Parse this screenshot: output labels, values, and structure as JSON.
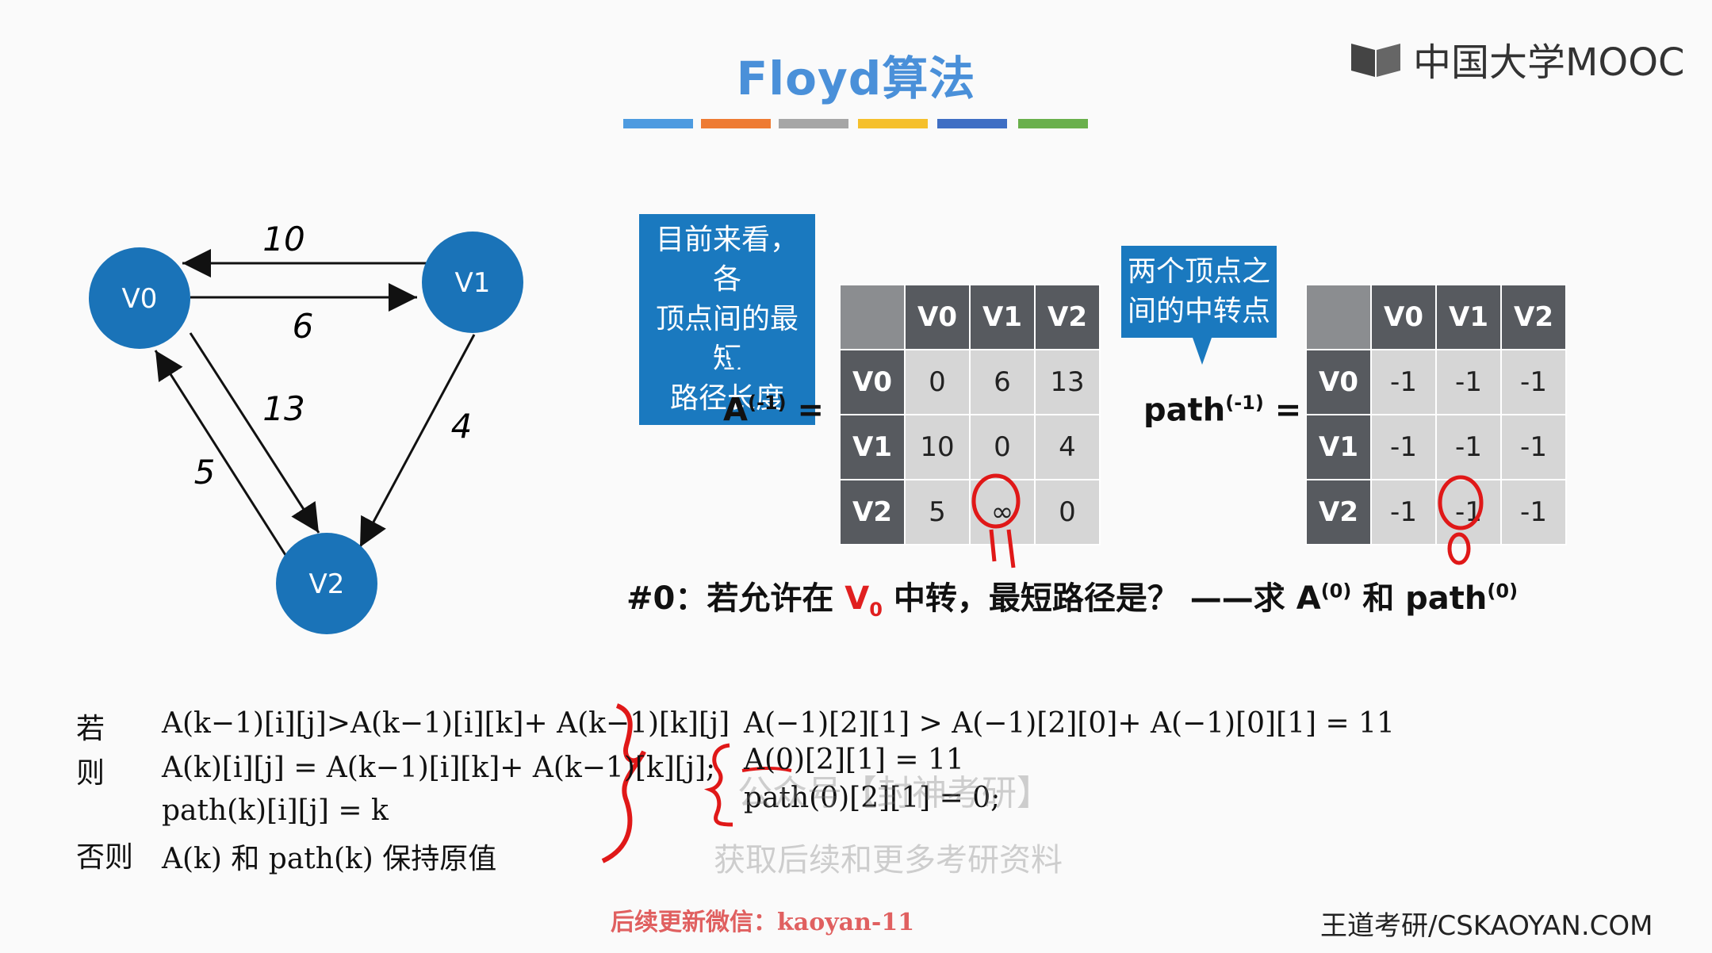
{
  "title": "Floyd算法",
  "brand": {
    "logo_text": "中国大学MOOC"
  },
  "stripe_colors": [
    "#4d9be0",
    "#ee7b33",
    "#a6a6a6",
    "#f5c02c",
    "#3f6fc4",
    "#6ab04c"
  ],
  "graph": {
    "nodes": [
      "V0",
      "V1",
      "V2"
    ],
    "edges": [
      {
        "from": "V1",
        "to": "V0",
        "weight": "10"
      },
      {
        "from": "V0",
        "to": "V1",
        "weight": "6"
      },
      {
        "from": "V0",
        "to": "V2",
        "weight": "13"
      },
      {
        "from": "V1",
        "to": "V2",
        "weight": "4"
      },
      {
        "from": "V2",
        "to": "V0",
        "weight": "5"
      }
    ],
    "node_color": "#1a73b8"
  },
  "callouts": {
    "a_matrix": [
      "目前来看，各",
      "顶点间的最短",
      "路径长度"
    ],
    "path_matrix": [
      "两个顶点之",
      "间的中转点"
    ]
  },
  "a_matrix": {
    "label": "A",
    "sup": "(-1)",
    "eq": "=",
    "headers": [
      "V0",
      "V1",
      "V2"
    ],
    "rows": [
      {
        "label": "V0",
        "cells": [
          "0",
          "6",
          "13"
        ]
      },
      {
        "label": "V1",
        "cells": [
          "10",
          "0",
          "4"
        ]
      },
      {
        "label": "V2",
        "cells": [
          "5",
          "∞",
          "0"
        ]
      }
    ]
  },
  "path_matrix": {
    "label": "path",
    "sup": "(-1)",
    "eq": "=",
    "headers": [
      "V0",
      "V1",
      "V2"
    ],
    "rows": [
      {
        "label": "V0",
        "cells": [
          "-1",
          "-1",
          "-1"
        ]
      },
      {
        "label": "V1",
        "cells": [
          "-1",
          "-1",
          "-1"
        ]
      },
      {
        "label": "V2",
        "cells": [
          "-1",
          "-1",
          "-1"
        ]
      }
    ]
  },
  "question": {
    "prefix": "#0：若允许在 ",
    "v": "V",
    "v_sub": "0",
    "middle": " 中转，最短路径是？ ——求 A",
    "sup1": "(0)",
    "and": " 和 path",
    "sup2": "(0)"
  },
  "rule": {
    "if_kw": "若",
    "then_kw": "则",
    "else_kw": "否则",
    "if_expr": "A(k−1)[i][j]>A(k−1)[i][k]+ A(k−1)[k][j]",
    "then_expr1": "A(k)[i][j] = A(k−1)[i][k]+ A(k−1)[k][j];",
    "then_expr2": "path(k)[i][j] = k",
    "else_expr": "A(k) 和 path(k) 保持原值"
  },
  "example": {
    "line1": "A(−1)[2][1] > A(−1)[2][0]+ A(−1)[0][1] = 11",
    "line2": "A(0)[2][1] = 11",
    "line3": "path(0)[2][1] = 0;"
  },
  "watermarks": [
    "公众号【封神考研】",
    "获取后续和更多考研资料"
  ],
  "footer": {
    "left": "后续更新微信：kaoyan-11",
    "right": "王道考研/CSKAOYAN.COM"
  }
}
